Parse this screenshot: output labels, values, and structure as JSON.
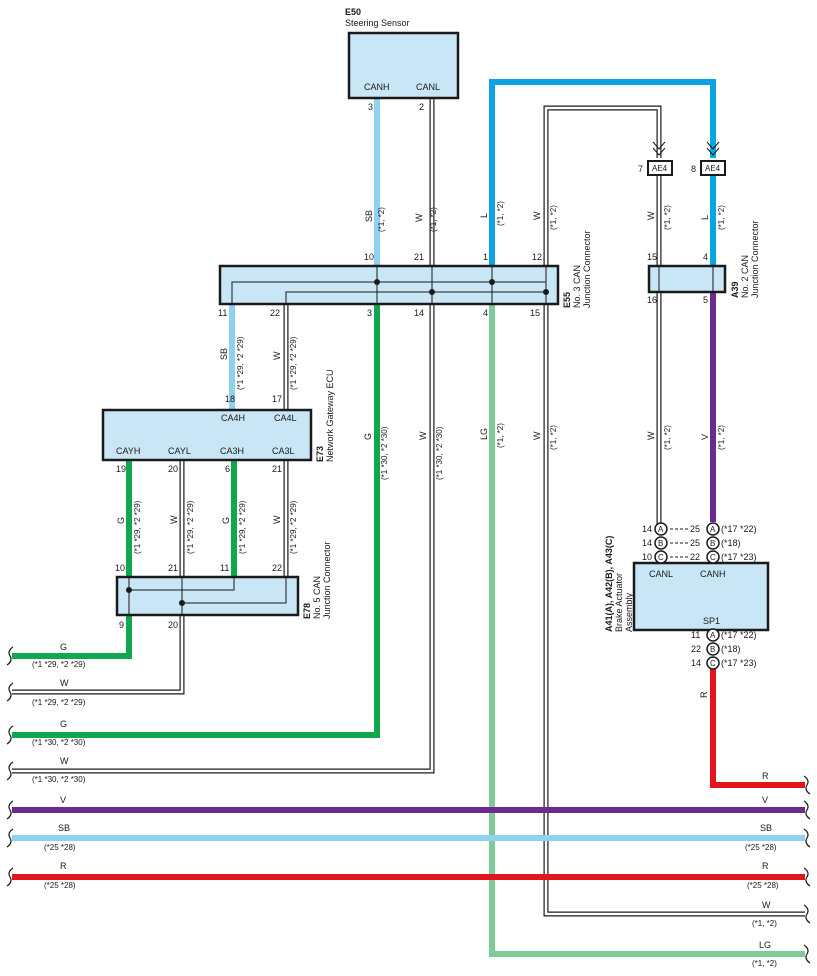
{
  "colors": {
    "SB": "#8fd1f0",
    "L": "#0aa4e0",
    "G": "#0fa84f",
    "LG": "#7fcb95",
    "V": "#6a2a8e",
    "R": "#e3141e",
    "W": "#ffffff",
    "box_fill": "#c8e6f5"
  },
  "components": {
    "e50": {
      "code": "E50",
      "name": "Steering Sensor",
      "pin_canh": "CANH",
      "pin_canl": "CANL",
      "pin3": "3",
      "pin2": "2"
    },
    "e55": {
      "code": "E55",
      "name1": "No. 3 CAN",
      "name2": "Junction Connector",
      "pins_top": [
        "10",
        "21",
        "1",
        "12"
      ],
      "pins_bottom": [
        "11",
        "22",
        "3",
        "14",
        "4",
        "15"
      ]
    },
    "a39": {
      "code": "A39",
      "name1": "No. 2 CAN",
      "name2": "Junction Connector",
      "pin15": "15",
      "pin4": "4",
      "pin16": "16",
      "pin5": "5"
    },
    "e73": {
      "code": "E73",
      "name": "Network Gateway ECU",
      "pin_ca4h": "CA4H",
      "pin_ca4l": "CA4L",
      "pin18": "18",
      "pin17": "17",
      "pin_cayh": "CAYH",
      "pin_cayl": "CAYL",
      "pin_ca3h": "CA3H",
      "pin_ca3l": "CA3L",
      "pin19": "19",
      "pin20": "20",
      "pin6": "6",
      "pin21": "21"
    },
    "e78": {
      "code": "E78",
      "name1": "No. 5 CAN",
      "name2": "Junction Connector",
      "pins_top": [
        "10",
        "21",
        "11",
        "22"
      ],
      "pins_bottom": [
        "9",
        "20"
      ]
    },
    "ae4": {
      "label": "AE4",
      "pin7": "7",
      "pin8": "8"
    },
    "brake": {
      "code": "A41(A), A42(B), A43(C)",
      "name1": "Brake Actuator",
      "name2": "Assembly",
      "pin_canl": "CANL",
      "pin_canh": "CANH",
      "pin_sp1": "SP1",
      "top_rows": [
        {
          "left": "14",
          "letter": "A",
          "right": "25",
          "note": "(*17 *22)"
        },
        {
          "left": "14",
          "letter": "B",
          "right": "25",
          "note": "(*18)"
        },
        {
          "left": "10",
          "letter": "C",
          "right": "22",
          "note": "(*17 *23)"
        }
      ],
      "bottom_rows": [
        {
          "num": "11",
          "letter": "A",
          "note": "(*17 *22)"
        },
        {
          "num": "22",
          "letter": "B",
          "note": "(*18)"
        },
        {
          "num": "14",
          "letter": "C",
          "note": "(*17 *23)"
        }
      ]
    }
  },
  "wire_labels": {
    "sb_e50": {
      "color": "SB",
      "note": "(*1, *2)"
    },
    "w_e50": {
      "color": "W",
      "note": "(*1, *2)"
    },
    "l_e55": {
      "color": "L",
      "note": "(*1, *2)"
    },
    "w_e55": {
      "color": "W",
      "note": "(*1, *2)"
    },
    "w_ae4_7": {
      "color": "W",
      "note": "(*1, *2)"
    },
    "l_ae4_8": {
      "color": "L",
      "note": "(*1, *2)"
    },
    "sb_e73": {
      "color": "SB",
      "note": "(*1 *29, *2 *29)"
    },
    "w_e73": {
      "color": "W",
      "note": "(*1 *29, *2 *29)"
    },
    "g_e55_3": {
      "color": "G",
      "note": "(*1 *30, *2 *30)"
    },
    "w_e55_14": {
      "color": "W",
      "note": "(*1 *30, *2 *30)"
    },
    "lg_e55_4": {
      "color": "LG",
      "note": "(*1, *2)"
    },
    "w_e55_15": {
      "color": "W",
      "note": "(*1, *2)"
    },
    "w_a39_16": {
      "color": "W",
      "note": "(*1, *2)"
    },
    "v_a39_5": {
      "color": "V",
      "note": "(*1, *2)"
    },
    "g_e73_19": {
      "color": "G",
      "note": "(*1 *29, *2 *29)"
    },
    "w_e73_20": {
      "color": "W",
      "note": "(*1 *29, *2 *29)"
    },
    "g_e73_6": {
      "color": "G",
      "note": "(*1 *29, *2 *29)"
    },
    "w_e73_21": {
      "color": "W",
      "note": "(*1 *29, *2 *29)"
    },
    "r_sp1": {
      "color": "R"
    }
  },
  "left_leads": [
    {
      "color": "G",
      "note": "(*1 *29, *2 *29)"
    },
    {
      "color": "W",
      "note": "(*1 *29, *2 *29)"
    },
    {
      "color": "G",
      "note": "(*1 *30, *2 *30)"
    },
    {
      "color": "W",
      "note": "(*1 *30, *2 *30)"
    }
  ],
  "buses": [
    {
      "color": "V",
      "note": ""
    },
    {
      "color": "SB",
      "note": "(*25 *28)"
    },
    {
      "color": "R",
      "note": "(*25 *28)"
    }
  ],
  "right_leads": [
    {
      "color": "R",
      "note": ""
    },
    {
      "color": "W",
      "note": "(*1, *2)"
    },
    {
      "color": "LG",
      "note": "(*1, *2)"
    }
  ]
}
